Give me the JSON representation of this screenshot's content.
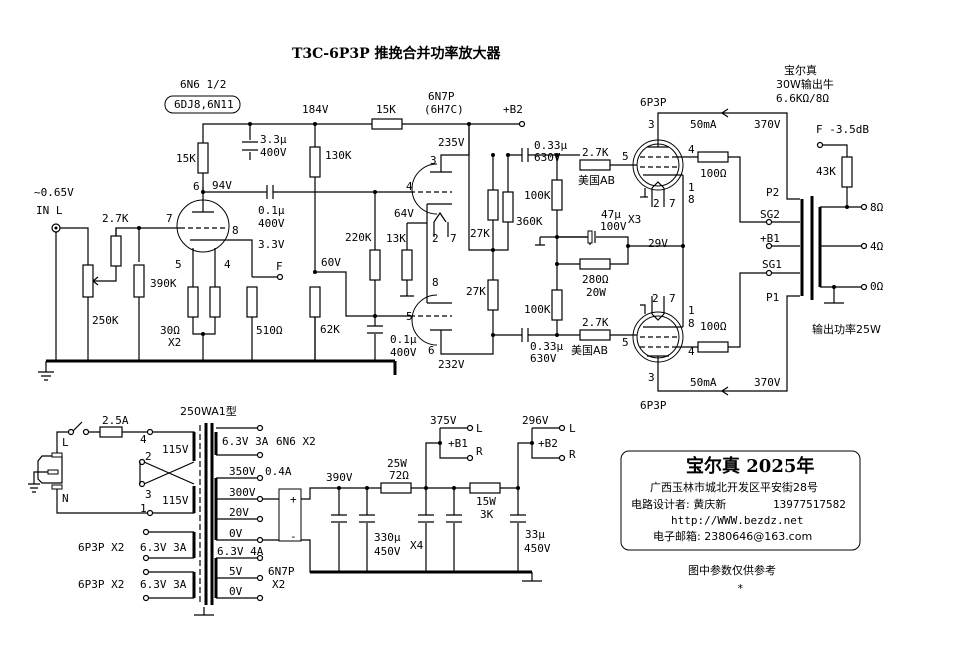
{
  "title": "T3C-6P3P 推挽合并功率放大器",
  "input": {
    "level": "~0.65V",
    "label": "IN  L"
  },
  "v1": {
    "tube": "6N6 1/2",
    "alt": "6DJ8,6N11",
    "pins": {
      "plate": "6",
      "grid": "7",
      "cathode": "8",
      "h1": "5",
      "h2": "4"
    },
    "plate_v": "94V",
    "cathode_v": "3.3V",
    "r_plate": "15K",
    "c_dec": "3.3μ",
    "c_dec_v": "400V",
    "r_grid_stop": "2.7K",
    "r_grid": "390K",
    "pot": "250K",
    "r_heater": "30Ω",
    "r_heater_n": "X2",
    "r_cathode": "510Ω",
    "fb_label": "F",
    "c_couple": "0.1μ",
    "c_couple_v": "400V"
  },
  "v2": {
    "tube": "6N7P",
    "alt": "(6H7C)",
    "node_184": "184V",
    "r_drop": "15K",
    "b2": "+B2",
    "r_130k": "130K",
    "r_62k": "62K",
    "bias_v": "60V",
    "r_220k": "220K",
    "r_13k": "13K",
    "cathode_v": "64V",
    "c_grid": "0.1μ",
    "c_grid_v": "400V",
    "plate_top_v": "235V",
    "plate_bot_v": "232V",
    "pins_top": {
      "plate": "3",
      "grid": "4",
      "h1": "2",
      "h2": "7"
    },
    "pins_bot": {
      "cathode": "8",
      "grid": "5",
      "plate": "6"
    },
    "r_27k_a": "27K",
    "r_27k_b": "27K",
    "r_360k": "360K"
  },
  "output_stage": {
    "tube": "6P3P",
    "c_couple": "0.33μ",
    "c_couple_v": "630V",
    "r_grid_stop": "2.7K",
    "r_brand": "美国AB",
    "r_grid": "100K",
    "r_screen": "100Ω",
    "plate_i": "50mA",
    "plate_v": "370V",
    "pins_top": {
      "plate": "3",
      "g1": "5",
      "g2": "4",
      "k": "1",
      "k2": "8",
      "h1": "2",
      "h2": "7"
    },
    "c_k": "47μ",
    "c_k_v": "100V",
    "c_k_n": "X3",
    "cathode_v": "29V",
    "r_k": "280Ω",
    "r_k_w": "20W"
  },
  "transformer_out": {
    "brand": "宝尔真",
    "spec": "30W输出牛",
    "impedance": "6.6KΩ/8Ω",
    "fb_label": "F -3.5dB",
    "r_fb": "43K",
    "taps_primary": [
      "P2",
      "SG2",
      "+B1",
      "SG1",
      "P1"
    ],
    "taps_secondary": [
      "8Ω",
      "4Ω",
      "0Ω"
    ],
    "power": "输出功率25W"
  },
  "power_supply": {
    "transformer": "250WA1型",
    "fuse": "2.5A",
    "mains_L": "L",
    "mains_N": "N",
    "pri_pins": [
      "4",
      "2",
      "3",
      "1"
    ],
    "pri_v": [
      "115V",
      "115V"
    ],
    "sec": [
      {
        "label": "6.3V 3A",
        "use": "6N6 X2"
      },
      {
        "label": "350V",
        "extra": "0.4A"
      },
      {
        "label": "300V"
      },
      {
        "label": "20V"
      },
      {
        "label": "0V"
      },
      {
        "label": "6.3V 4A"
      },
      {
        "label": "5V",
        "use": "6N7P"
      },
      {
        "label": "0V",
        "use": "X2"
      }
    ],
    "heater_left": [
      {
        "use": "6P3P X2",
        "label": "6.3V 3A"
      },
      {
        "use": "6P3P X2",
        "label": "6.3V 3A"
      }
    ],
    "filter_v": "390V",
    "r1": "25W",
    "r1_v": "72Ω",
    "b1_v": "375V",
    "b1": "+B1",
    "r2": "15W",
    "r2_v": "3K",
    "b2_v": "296V",
    "b2": "+B2",
    "caps": "330μ",
    "caps_v": "450V",
    "caps_n": "X4",
    "c_b2": "33μ",
    "c_b2_v": "450V",
    "ch_L": "L",
    "ch_R": "R"
  },
  "info": {
    "brand": "宝尔真 2025年",
    "address": "广西玉林市城北开发区平安街28号",
    "designer": "电路设计者: 黄庆新",
    "phone": "13977517582",
    "url": "http://WWW.bezdz.net",
    "email": "电子邮箱: 2380646@163.com",
    "note": "图中参数仅供参考",
    "star": "*"
  }
}
